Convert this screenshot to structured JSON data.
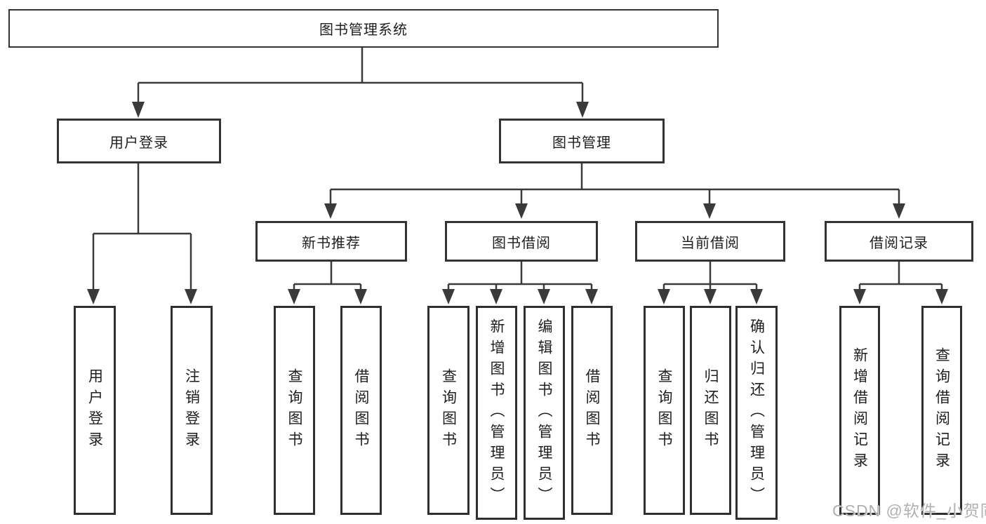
{
  "diagram_title": "图书管理系统",
  "nodes": {
    "root": "图书管理系统",
    "user_login": "用户登录",
    "book_management": "图书管理",
    "new_book_recommend": "新书推荐",
    "book_borrow": "图书借阅",
    "current_borrow": "当前借阅",
    "borrow_records": "借阅记录",
    "leaf_user_login": "用户登录",
    "leaf_logout": "注销登录",
    "leaf_nb_query": "查询图书",
    "leaf_nb_borrow": "借阅图书",
    "leaf_bb_query": "查询图书",
    "leaf_bb_add": "新增图书（管理员）",
    "leaf_bb_edit": "编辑图书（管理员）",
    "leaf_bb_borrow": "借阅图书",
    "leaf_cb_query": "查询图书",
    "leaf_cb_return": "归还图书",
    "leaf_cb_confirm": "确认归还（管理员）",
    "leaf_br_add": "新增借阅记录",
    "leaf_br_query": "查询借阅记录"
  },
  "hierarchy": {
    "图书管理系统": {
      "用户登录": [
        "用户登录",
        "注销登录"
      ],
      "图书管理": {
        "新书推荐": [
          "查询图书",
          "借阅图书"
        ],
        "图书借阅": [
          "查询图书",
          "新增图书（管理员）",
          "编辑图书（管理员）",
          "借阅图书"
        ],
        "当前借阅": [
          "查询图书",
          "归还图书",
          "确认归还（管理员）"
        ],
        "借阅记录": [
          "新增借阅记录",
          "查询借阅记录"
        ]
      }
    }
  },
  "watermark": "CSDN @软件_小贺同学",
  "colors": {
    "line": "#3a3a3a",
    "box_border": "#333333",
    "text": "#1e1e1e",
    "watermark": "#b0b0b0",
    "background": "#ffffff"
  }
}
